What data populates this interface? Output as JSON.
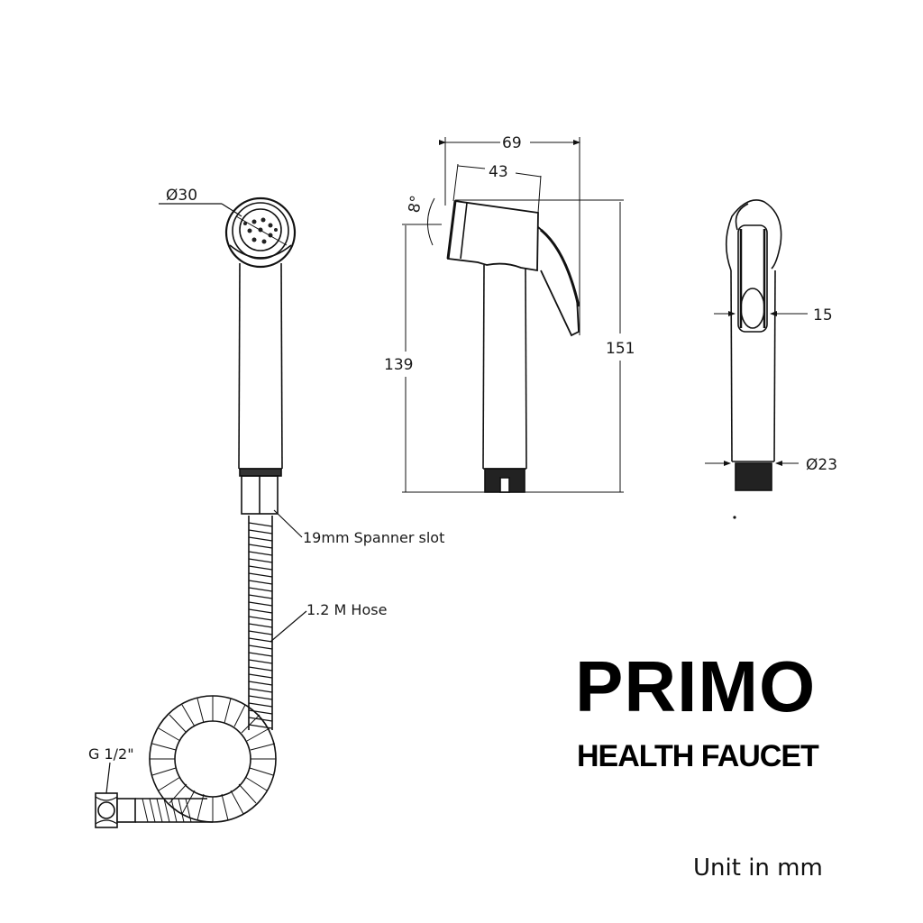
{
  "product": {
    "name": "PRIMO",
    "type": "HEALTH FAUCET",
    "unit_note": "Unit in mm"
  },
  "views": {
    "front": {
      "head_diameter": "Ø30",
      "spanner_slot": "19mm Spanner slot",
      "hose": "1.2 M Hose",
      "connector": "G 1/2\""
    },
    "side": {
      "overall_width": "69",
      "head_length": "43",
      "angle": "8°",
      "height_to_head": "139",
      "overall_height": "151"
    },
    "rear": {
      "trigger_width": "15",
      "base_diameter": "Ø23"
    }
  }
}
